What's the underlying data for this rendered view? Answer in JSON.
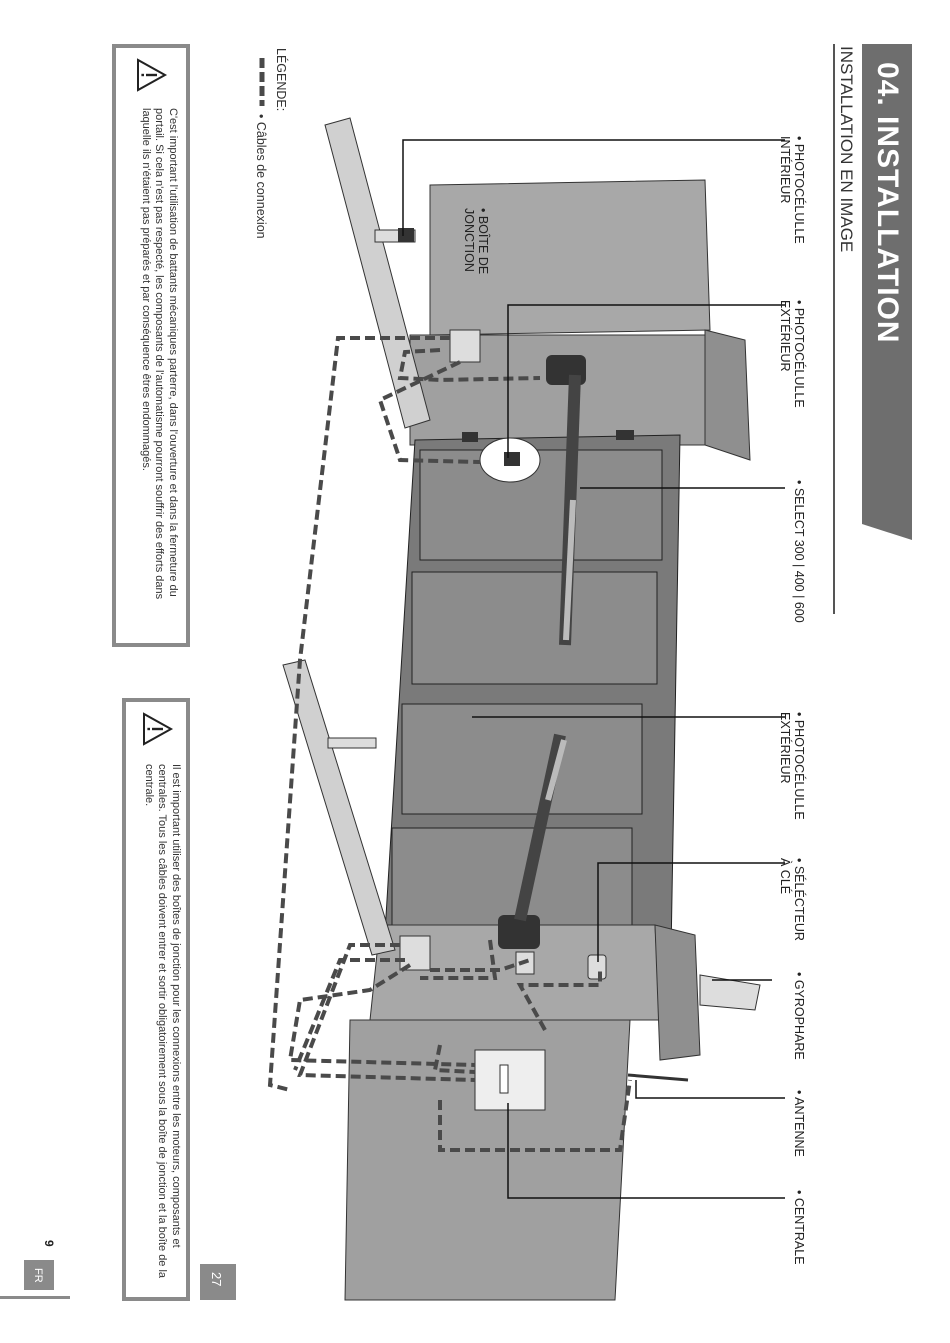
{
  "header": {
    "section_title": "04. INSTALLATION",
    "subtitle": "INSTALLATION EN IMAGE"
  },
  "callouts": {
    "photo_int": [
      "• PHOTOCÉLULLE",
      "INTÉRIEUR"
    ],
    "boite": [
      "• BOÎTE DE",
      "JONCTION"
    ],
    "photo_ext_1": [
      "• PHOTOCÉLULLE",
      "EXTÉRIEUR"
    ],
    "select": "• SELECT  300 | 400 | 600",
    "photo_ext_2": [
      "• PHOTOCÉLULLE",
      "EXTÉRIEUR"
    ],
    "selecteur": [
      "• SÉLÉCTEUR",
      "À CLÉ"
    ],
    "gyrophare": "• GYROPHARE",
    "antenne": "• ANTENNE",
    "centrale": "• CENTRALE"
  },
  "legend": {
    "title": "LÉGENDE:",
    "item": "• Câbles de connexion"
  },
  "warnings": {
    "first": "C'est important l'utilisation de battants mécaniques parterre, dans l'ouverture et dans la fermeture du portail. Si cela n'est pas respecté, les composants de l'automatisme pourront souffrir des efforts dans laquelle ils n'étaient pas préparés et par conséquence êtres endommagés.",
    "second": "Il est important utiliser des boîtes de jonction pour les connexions entre les moteurs, composants et centrales. Tous les câbles doivent entrer et sortir obligatoirement sous la boîte de jonction et la boîte de la centrale."
  },
  "footer": {
    "page_number": "27",
    "lang": "FR",
    "side_number": "9"
  },
  "colors": {
    "tab_gray": "#6e6e6e",
    "wall_gray": "#a8a8a8",
    "gate_dark": "#7a7a7a",
    "cable": "#4a4a4a"
  }
}
